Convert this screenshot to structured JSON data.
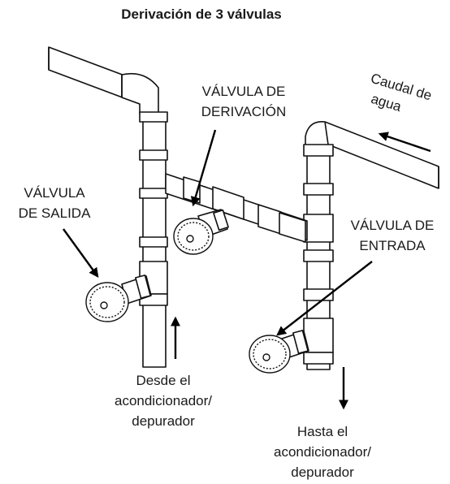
{
  "title": "Derivación de 3 válvulas",
  "labels": {
    "bypass_valve": [
      "VÁLVULA DE",
      "DERIVACIÓN"
    ],
    "outlet_valve": [
      "VÁLVULA",
      "DE SALIDA"
    ],
    "inlet_valve": [
      "VÁLVULA DE",
      "ENTRADA"
    ],
    "water_flow": [
      "Caudal de",
      "agua"
    ],
    "from_conditioner": [
      "Desde el",
      "acondicionador/",
      "depurador"
    ],
    "to_conditioner": [
      "Hasta el",
      "acondicionador/",
      "depurador"
    ]
  }
}
